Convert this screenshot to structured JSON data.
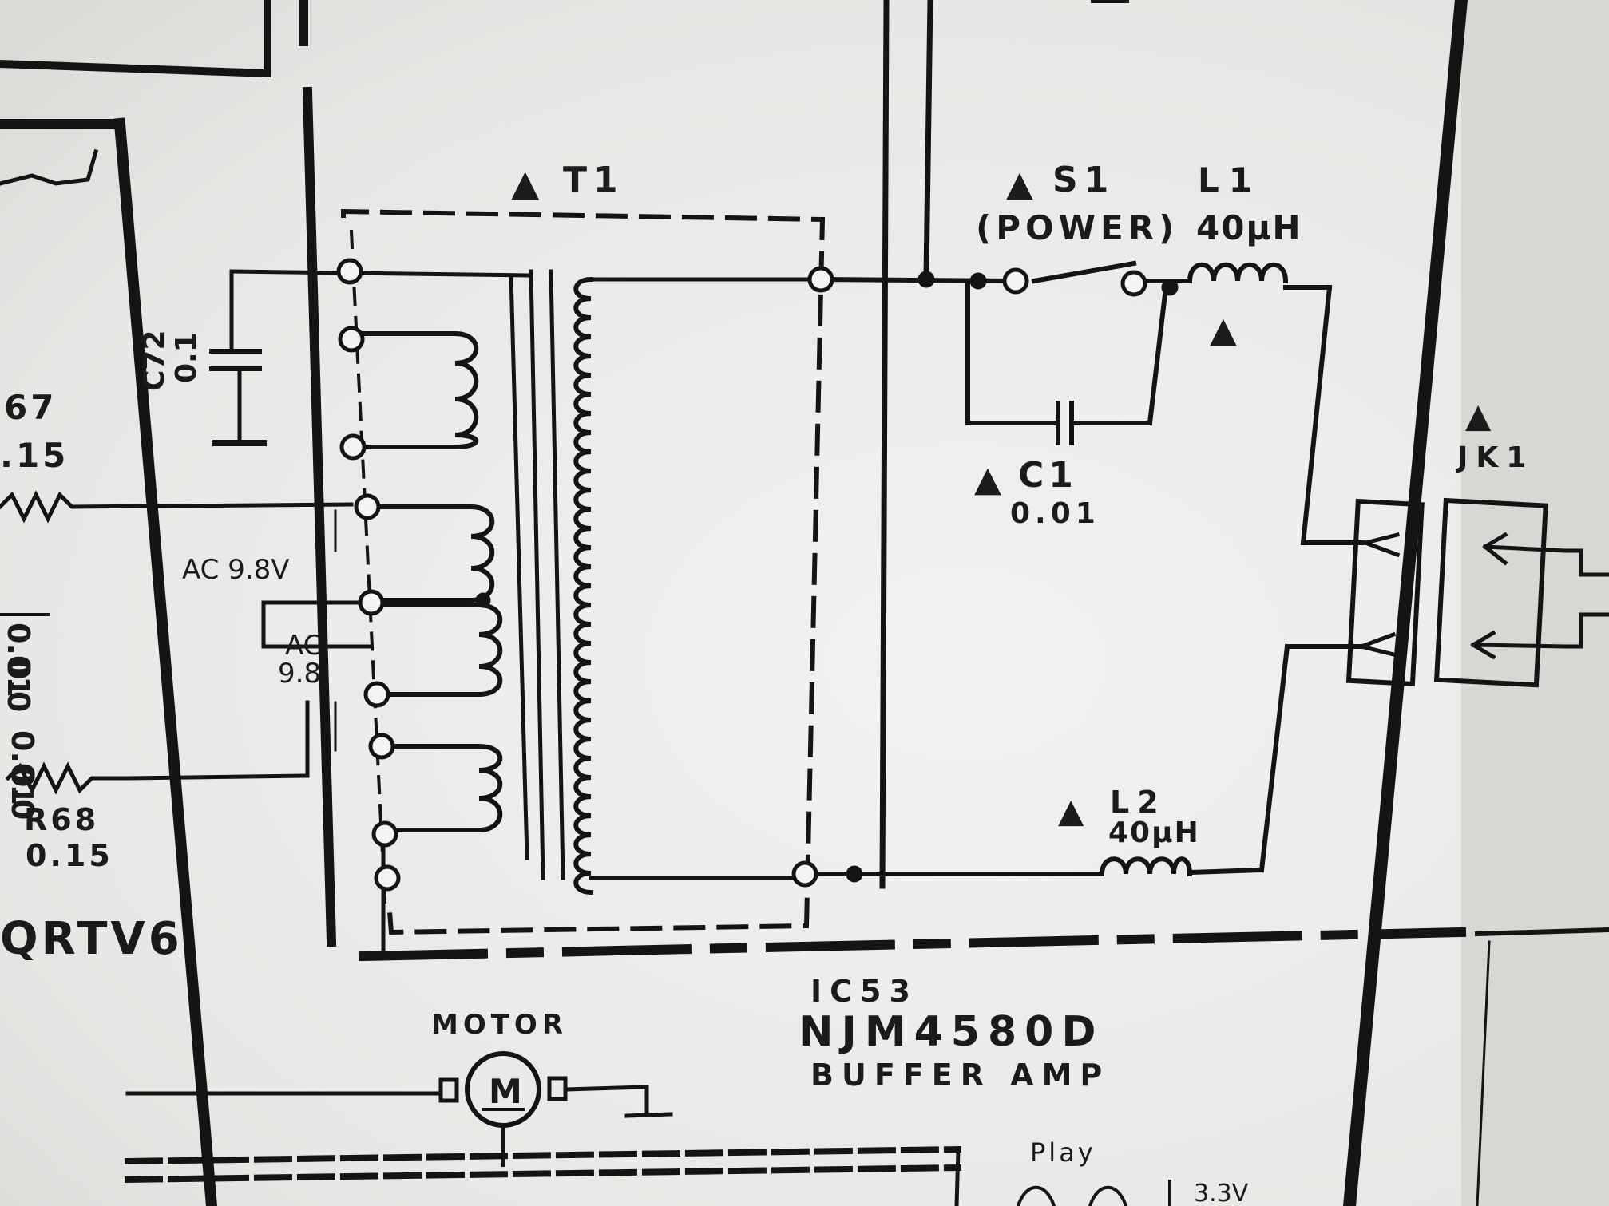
{
  "transformer": {
    "warn": "▲",
    "ref": "T1"
  },
  "switch": {
    "warn": "▲",
    "ref": "S1",
    "name": "(POWER)"
  },
  "inductor1": {
    "ref": "L1",
    "value": "40μH",
    "warn": "▲"
  },
  "cap1": {
    "warn": "▲",
    "ref": "C1",
    "value": "0.01"
  },
  "cap72": {
    "ref": "C72",
    "value": "0.1"
  },
  "jack": {
    "warn": "▲",
    "ref": "JK1"
  },
  "inductor2": {
    "warn": "▲",
    "ref": "L2",
    "value": "40μH"
  },
  "resistor67": {
    "ref": "67",
    "value": ".15"
  },
  "resistor68": {
    "ref": "R68",
    "value": "0.15"
  },
  "voltages": {
    "ac1": "AC 9.8V",
    "ac2": "AC",
    "ac2v": "9.8"
  },
  "left_caps": {
    "top": "0.01",
    "top2": "0.0",
    "bottom": "0.01",
    "bottom2": "0.0"
  },
  "ic": {
    "ref": "IC53",
    "part": "NJM4580D",
    "func": "BUFFER AMP"
  },
  "motor": {
    "label": "MOTOR",
    "symbol": "M"
  },
  "transistor_partial": "QRTV6",
  "bottom_labels": {
    "play": "Play",
    "voltage": "3.3V"
  }
}
